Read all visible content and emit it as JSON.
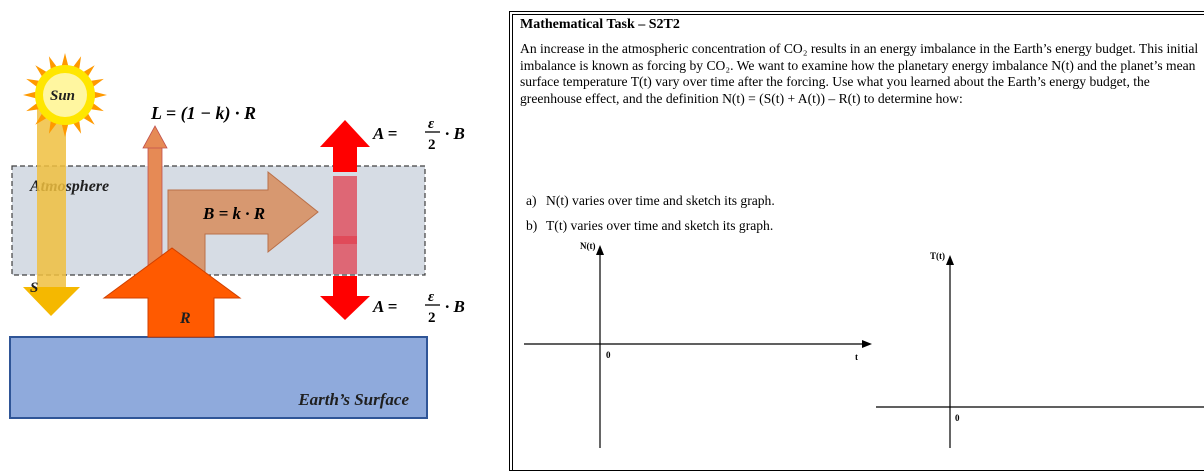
{
  "diagram": {
    "sun_label": "Sun",
    "atmosphere_label": "Atmosphere",
    "surface_label": "Earth’s Surface",
    "s_label": "S",
    "r_label": "R",
    "l_equation": "L = (1 − k) · R",
    "b_equation": "B = k · R",
    "a_top_equation": {
      "lhs": "A =",
      "num": "ε",
      "den": "2",
      "rhs": "· B"
    },
    "a_bottom_equation": {
      "lhs": "A =",
      "num": "ε",
      "den": "2",
      "rhs": "· B"
    },
    "colors": {
      "sun": "#ffe600",
      "sun_rays": "#ff9900",
      "atmosphere": "#d6dce4",
      "surface": "#8faadc",
      "surface_border": "#2f5597",
      "s_arrow": "#f0c040",
      "r_arrow": "#ff5a00",
      "b_arrow": "#d8956a",
      "a_arrow": "#ff0000"
    }
  },
  "task": {
    "title": "Mathematical Task – S2T2",
    "intro": "An increase in the atmospheric concentration of CO₂ results in an energy imbalance in the Earth’s energy budget. This initial imbalance is known as forcing by CO₂. We want to examine how the planetary energy imbalance N(t) and the planet’s mean surface temperature T(t) vary over time after the forcing. Use what you learned about the Earth’s energy budget, the greenhouse effect, and the definition N(t) = (S(t) + A(t)) – R(t) to determine how:",
    "items": [
      {
        "label": "a)",
        "text": "N(t) varies over time and sketch its graph."
      },
      {
        "label": "b)",
        "text": "T(t) varies over time and sketch its graph."
      }
    ],
    "graph_n": {
      "y_label": "N(t)",
      "x_label": "t",
      "origin": "0"
    },
    "graph_t": {
      "y_label": "T(t)",
      "origin": "0"
    }
  }
}
